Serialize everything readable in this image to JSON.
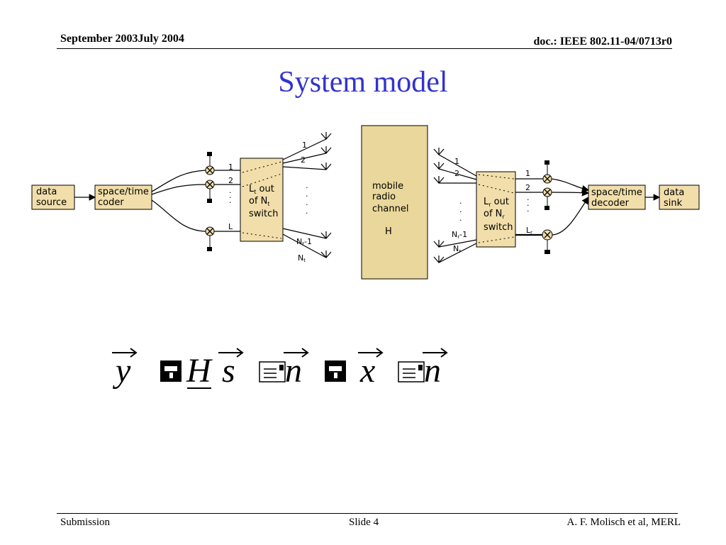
{
  "header": {
    "left": "September 2003July 2004",
    "right": "doc.: IEEE 802.11-04/0713r0"
  },
  "title": "System model",
  "diagram": {
    "data_source": [
      "data",
      "source"
    ],
    "coder": [
      "space/time",
      "coder"
    ],
    "tx_switch": [
      "L",
      "t",
      " out",
      "of N",
      "t",
      "switch"
    ],
    "tx_port_labels": [
      "1",
      "2",
      "L"
    ],
    "tx_antenna_labels": [
      "1",
      "2",
      "N",
      "t",
      "-1",
      "N",
      "t"
    ],
    "channel": [
      "mobile",
      "radio",
      "channel",
      "H"
    ],
    "rx_antenna_labels": [
      "1",
      "2",
      "N",
      "r",
      "-1",
      "N",
      "r"
    ],
    "rx_switch": [
      "L",
      "r",
      " out",
      "of N",
      "r",
      "switch"
    ],
    "rx_port_labels": [
      "1",
      "2",
      "L",
      "r"
    ],
    "decoder": [
      "space/time",
      "decoder"
    ],
    "data_sink": [
      "data",
      "sink"
    ]
  },
  "equation": {
    "y": "y",
    "H": "H",
    "s": "s",
    "n1": "n",
    "x": "x",
    "n2": "n"
  },
  "footer": {
    "left": "Submission",
    "center": "Slide 4",
    "right": "A. F. Molisch et al, MERL"
  },
  "colors": {
    "title": "#3333cc",
    "box_fill": "#f1deaa",
    "channel_fill": "#e9d79b"
  }
}
